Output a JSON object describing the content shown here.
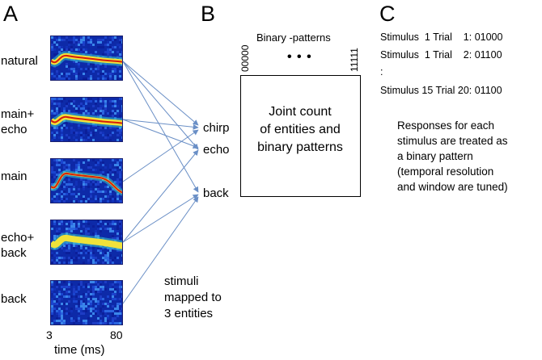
{
  "panels": {
    "a": "A",
    "b": "B",
    "c": "C"
  },
  "panel_a": {
    "stimuli": [
      {
        "label": "natural"
      },
      {
        "label": "main+\necho"
      },
      {
        "label": "main"
      },
      {
        "label": "echo+\nback"
      },
      {
        "label": "back"
      }
    ],
    "x_tick_start": "3",
    "x_tick_end": "80",
    "x_axis_label": "time (ms)",
    "mapping_note": "stimuli\nmapped to\n3 entities"
  },
  "panel_b": {
    "entities": [
      "chirp",
      "echo",
      "back"
    ],
    "patterns_title": "Binary -patterns",
    "pattern_first": "00000",
    "pattern_ellipsis": "• • •",
    "pattern_last": "11111",
    "box_text": "Joint count\nof entities and\nbinary patterns"
  },
  "panel_c": {
    "lines": [
      "Stimulus  1 Trial    1: 01000",
      "Stimulus  1 Trial    2: 01100",
      ":",
      "Stimulus 15 Trial 20: 01100"
    ],
    "note": "Responses for each\nstimulus are treated as\na binary pattern\n(temporal resolution\nand window are tuned)"
  },
  "colors": {
    "arrow": "#6a8fc6",
    "spectrogram_background": "#0d2aa8",
    "trace_core": "#d81e0a",
    "trace_halo": "#f0e23a"
  }
}
